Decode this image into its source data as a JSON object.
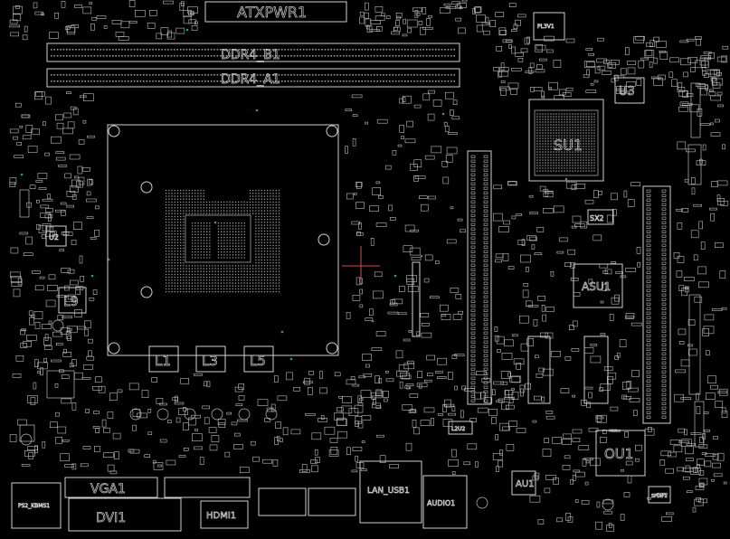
{
  "labels": {
    "atx_power": "ATXPWR1",
    "ddr4_b1": "DDR4_B1",
    "ddr4_a1": "DDR4_A1",
    "pl3v1": "PL3V1",
    "u3": "U3",
    "su1": "SU1",
    "sx2": "SX2",
    "asu1": "ASU1",
    "u2": "U2",
    "l9": "L9",
    "l1": "L1",
    "l3": "L3",
    "l5": "L5",
    "ou1": "OU1",
    "au1": "AU1",
    "vga1": "VGA1",
    "hdmi1": "HDMI1",
    "ps2_kbms": "PS2_KBMS1",
    "lan_usb": "LAN_USB1",
    "audio1": "AUDIO1",
    "dvi1": "DVI1",
    "l2u2": "L2U2",
    "spdif1": "SPDIF1"
  },
  "colors": {
    "background": "#000000",
    "outline": "#d0d0d0",
    "via": "#2e9c7a",
    "marker": "#d05050"
  }
}
